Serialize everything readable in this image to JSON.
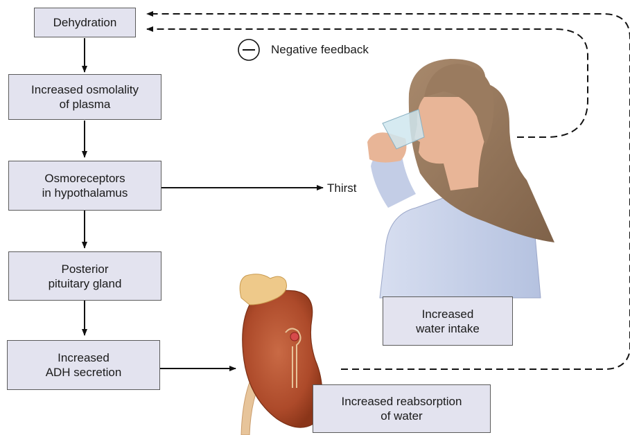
{
  "steps": {
    "dehydration": "Dehydration",
    "osmolality": "Increased osmolality\nof plasma",
    "osmoreceptors": "Osmoreceptors\nin hypothalamus",
    "pituitary": "Posterior\npituitary gland",
    "adh": "Increased\nADH secretion",
    "water_intake": "Increased\nwater intake",
    "reabsorption": "Increased reabsorption\nof water"
  },
  "labels": {
    "thirst": "Thirst",
    "negative_feedback": "Negative feedback",
    "minus_symbol": "−"
  },
  "illustrations": {
    "person": "woman-drinking-water-illustration",
    "kidney": "kidney-with-adrenal-gland-illustration"
  },
  "colors": {
    "box_fill": "#e3e3ef",
    "box_border": "#5a5a5a",
    "arrow": "#111111",
    "skin": "#e8b597",
    "hair": "#9a7b5f",
    "shirt": "#c8d3ea",
    "kidney": "#b34f2d",
    "adrenal": "#eec98a"
  }
}
